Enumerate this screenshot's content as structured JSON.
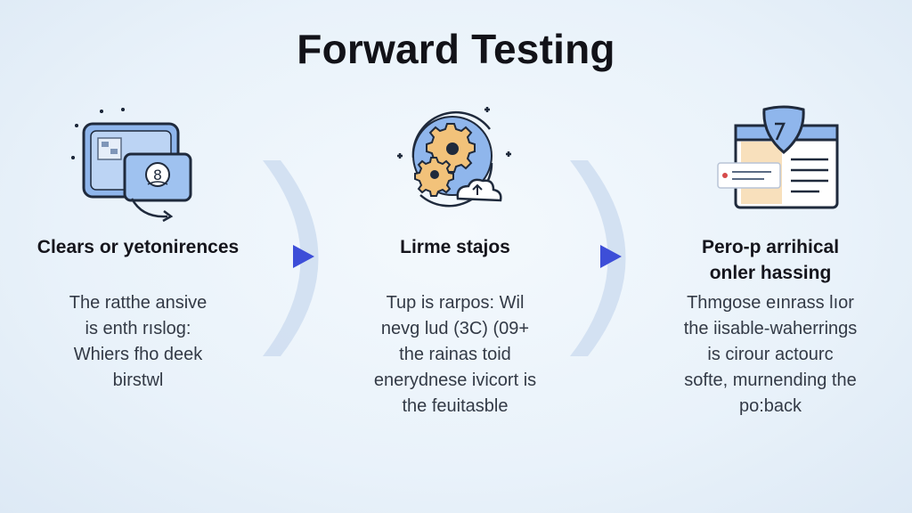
{
  "title": "Forward Testing",
  "steps": [
    {
      "heading": "Clears or yetonirences",
      "body": "The ratthe ansive\nis enth rıslog:\nWhiers fho deek\nbirstwl",
      "icon": "devices-icon"
    },
    {
      "heading": "Lirme stajos",
      "body": "Tup is rarpos: Wil\nnevg lud (3C) (09+\nthe rainas toid\nenerydnese ivicort is\nthe feuitasble",
      "icon": "gears-cloud-icon"
    },
    {
      "heading": "Pero-p arrihical\nonler hassing",
      "body": "Thmgose eınrass lıor\nthe iisable-waherrings\nis cirour actourc\nsofte, murnending the\npo:back",
      "icon": "shield-document-icon"
    }
  ],
  "colors": {
    "accent": "#3d4ed8",
    "icon_fill": "#8fb6ec",
    "icon_stroke": "#1f2a3c",
    "gear": "#f2c27a"
  }
}
